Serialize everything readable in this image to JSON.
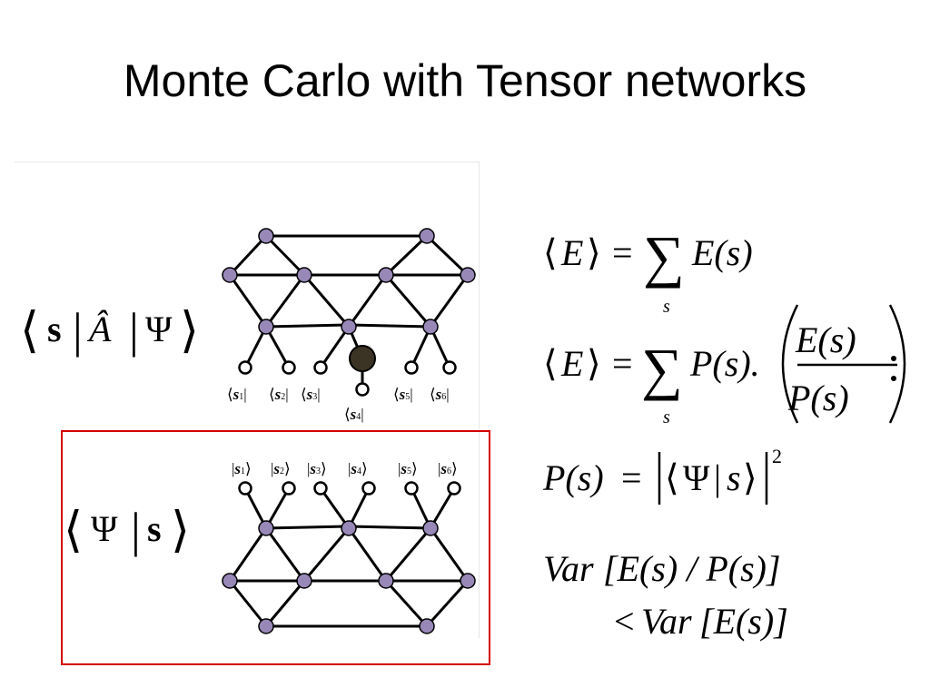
{
  "slide": {
    "title": "Monte Carlo with Tensor networks"
  },
  "diagram": {
    "top_bra_label": {
      "open": "⟨",
      "s": "s",
      "bar1": "|",
      "A": "Â",
      "bar2": "|",
      "psi": "Ψ",
      "close": "⟩"
    },
    "bottom_bra_label": {
      "open": "⟨",
      "psi": "Ψ",
      "bar": "|",
      "s": "s",
      "close": "⟩"
    },
    "top_spin_labels": [
      "1",
      "2",
      "3",
      "4",
      "5",
      "6"
    ],
    "bottom_spin_labels": [
      "1",
      "2",
      "3",
      "4",
      "5",
      "6"
    ],
    "colors": {
      "node": "#9888b8",
      "node_stroke": "#000000",
      "special_node": "#3b3424",
      "box": "#d40000"
    }
  },
  "equations": {
    "eq1": {
      "lhs": "E",
      "eq": "=",
      "sum": "∑",
      "sub": "s",
      "rhs": "E(s)"
    },
    "eq2": {
      "lhs": "E",
      "eq": "=",
      "sum": "∑",
      "sub": "s",
      "p": "P(s).",
      "num": "E(s)",
      "den": "P(s)"
    },
    "eq3": {
      "lhs": "P(s)",
      "eq": "=",
      "psi": "Ψ",
      "s": "s",
      "exp": "2"
    },
    "eq4": {
      "var": "Var",
      "body": "[E(s) / P(s)]"
    },
    "eq5": {
      "lt": "<",
      "var": "Var",
      "body": "[E(s)]"
    }
  }
}
